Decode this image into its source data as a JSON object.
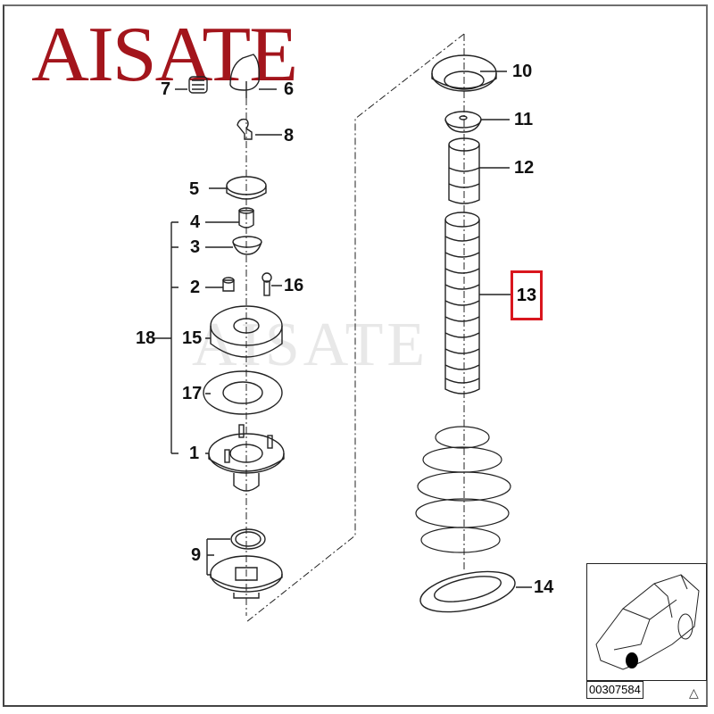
{
  "watermark": {
    "top_text": "AISATE",
    "middle_text": "AISATE",
    "color": "#a3151c"
  },
  "callouts": {
    "c1": "1",
    "c2": "2",
    "c3": "3",
    "c4": "4",
    "c5": "5",
    "c6": "6",
    "c7": "7",
    "c8": "8",
    "c9": "9",
    "c10": "10",
    "c11": "11",
    "c12": "12",
    "c13": "13",
    "c14": "14",
    "c15": "15",
    "c16": "16",
    "c17": "17",
    "c18": "18"
  },
  "highlight": {
    "part": "13",
    "color": "#d9161e"
  },
  "inset": {
    "code": "00307584",
    "warning_symbol": "△"
  }
}
